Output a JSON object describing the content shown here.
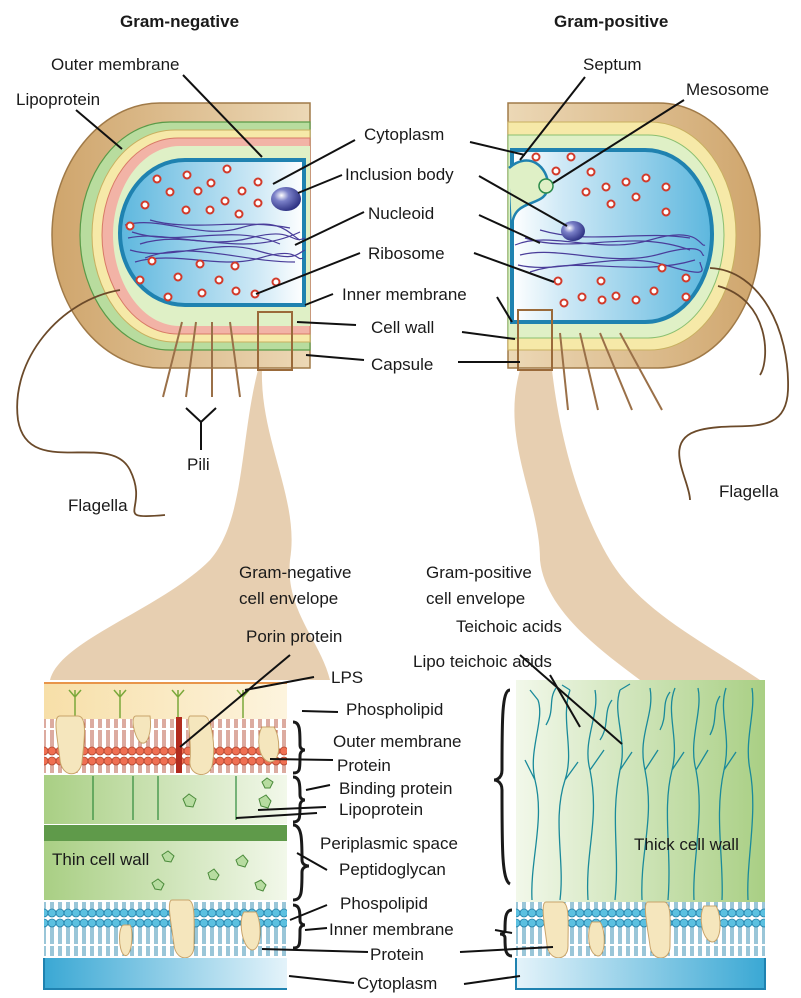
{
  "headers": {
    "gram_negative": "Gram-negative",
    "gram_positive": "Gram-positive"
  },
  "cell_labels": {
    "outer_membrane": "Outer membrane",
    "lipoprotein": "Lipoprotein",
    "septum": "Septum",
    "mesosome": "Mesosome",
    "cytoplasm": "Cytoplasm",
    "inclusion_body": "Inclusion body",
    "nucleoid": "Nucleoid",
    "ribosome": "Ribosome",
    "inner_membrane": "Inner membrane",
    "cell_wall": "Cell wall",
    "capsule": "Capsule",
    "pili": "Pili",
    "flagella_left": "Flagella",
    "flagella_right": "Flagella"
  },
  "envelope_titles": {
    "neg_line1": "Gram-negative",
    "neg_line2": "cell envelope",
    "pos_line1": "Gram-positive",
    "pos_line2": "cell envelope"
  },
  "envelope_labels": {
    "teichoic_acids": "Teichoic acids",
    "lipo_teichoic_acids": "Lipo teichoic acids",
    "porin_protein": "Porin protein",
    "lps": "LPS",
    "phospholipid": "Phospholipid",
    "outer_membrane": "Outer membrane",
    "protein_outer": "Protein",
    "binding_protein": "Binding protein",
    "lipoprotein": "Lipoprotein",
    "periplasmic_space": "Periplasmic space",
    "peptidoglycan": "Peptidoglycan",
    "thin_cell_wall": "Thin cell wall",
    "thick_cell_wall": "Thick cell wall",
    "phospolipid": "Phospolipid",
    "inner_membrane": "Inner membrane",
    "protein_inner": "Protein",
    "cytoplasm": "Cytoplasm"
  },
  "colors": {
    "capsule": "#d8b480",
    "cytoplasm": "#6ebfe0",
    "membrane_outer": "#e8664a",
    "membrane_inner": "#4fb6d8",
    "cell_wall_green": "#8fc472",
    "teichoic": "#1a8a9a",
    "ribosome": "#d23a2a",
    "nucleoid": "#4a3d9a",
    "funnel": "#e0c4a4"
  }
}
